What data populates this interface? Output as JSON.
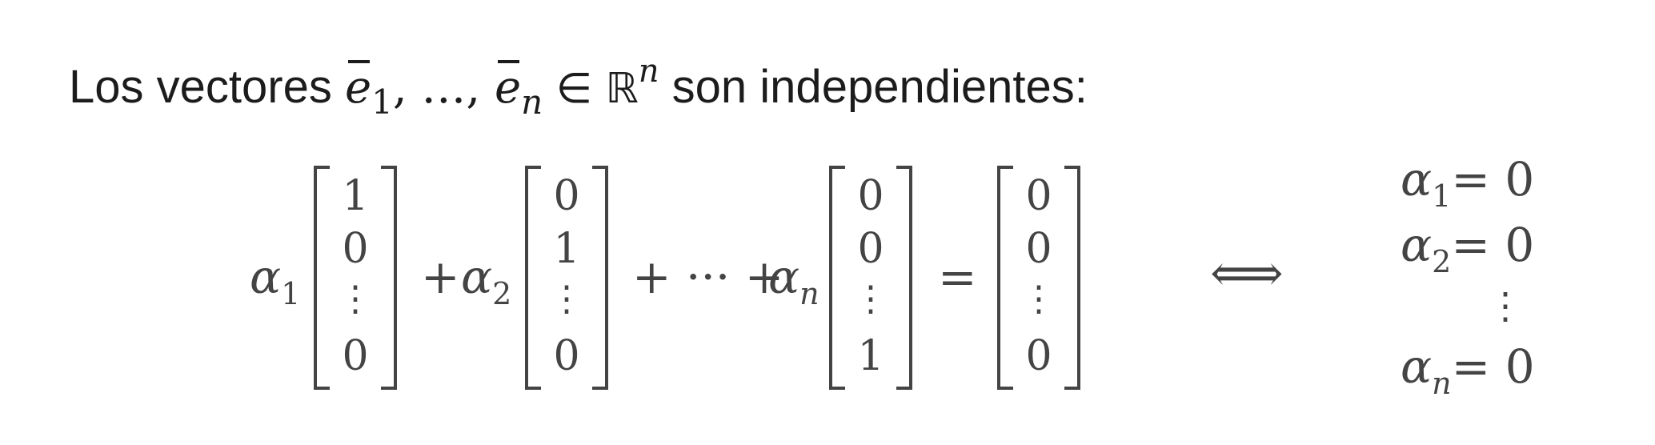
{
  "heading": {
    "prefix": "Los vectores ",
    "e": "e",
    "one": "1",
    "dots": ", …, ",
    "n": "n",
    "in": " ∈ ",
    "reals": "ℝ",
    "power": "n",
    "suffix": " son independientes:"
  },
  "equation": {
    "alpha": "α",
    "sub1": "1",
    "sub2": "2",
    "subn": "n",
    "plus": "+",
    "plus_dots": "+ ··· +",
    "equals": "=",
    "iff": "⟺",
    "vdots": "⋮",
    "vectors": [
      [
        "1",
        "0",
        "⋮",
        "0"
      ],
      [
        "0",
        "1",
        "⋮",
        "0"
      ],
      [
        "0",
        "0",
        "⋮",
        "1"
      ],
      [
        "0",
        "0",
        "⋮",
        "0"
      ]
    ]
  },
  "conditions": [
    {
      "sub": "1",
      "rhs": "= 0"
    },
    {
      "sub": "2",
      "rhs": "= 0"
    },
    {
      "sub": "n",
      "rhs": "= 0"
    }
  ]
}
